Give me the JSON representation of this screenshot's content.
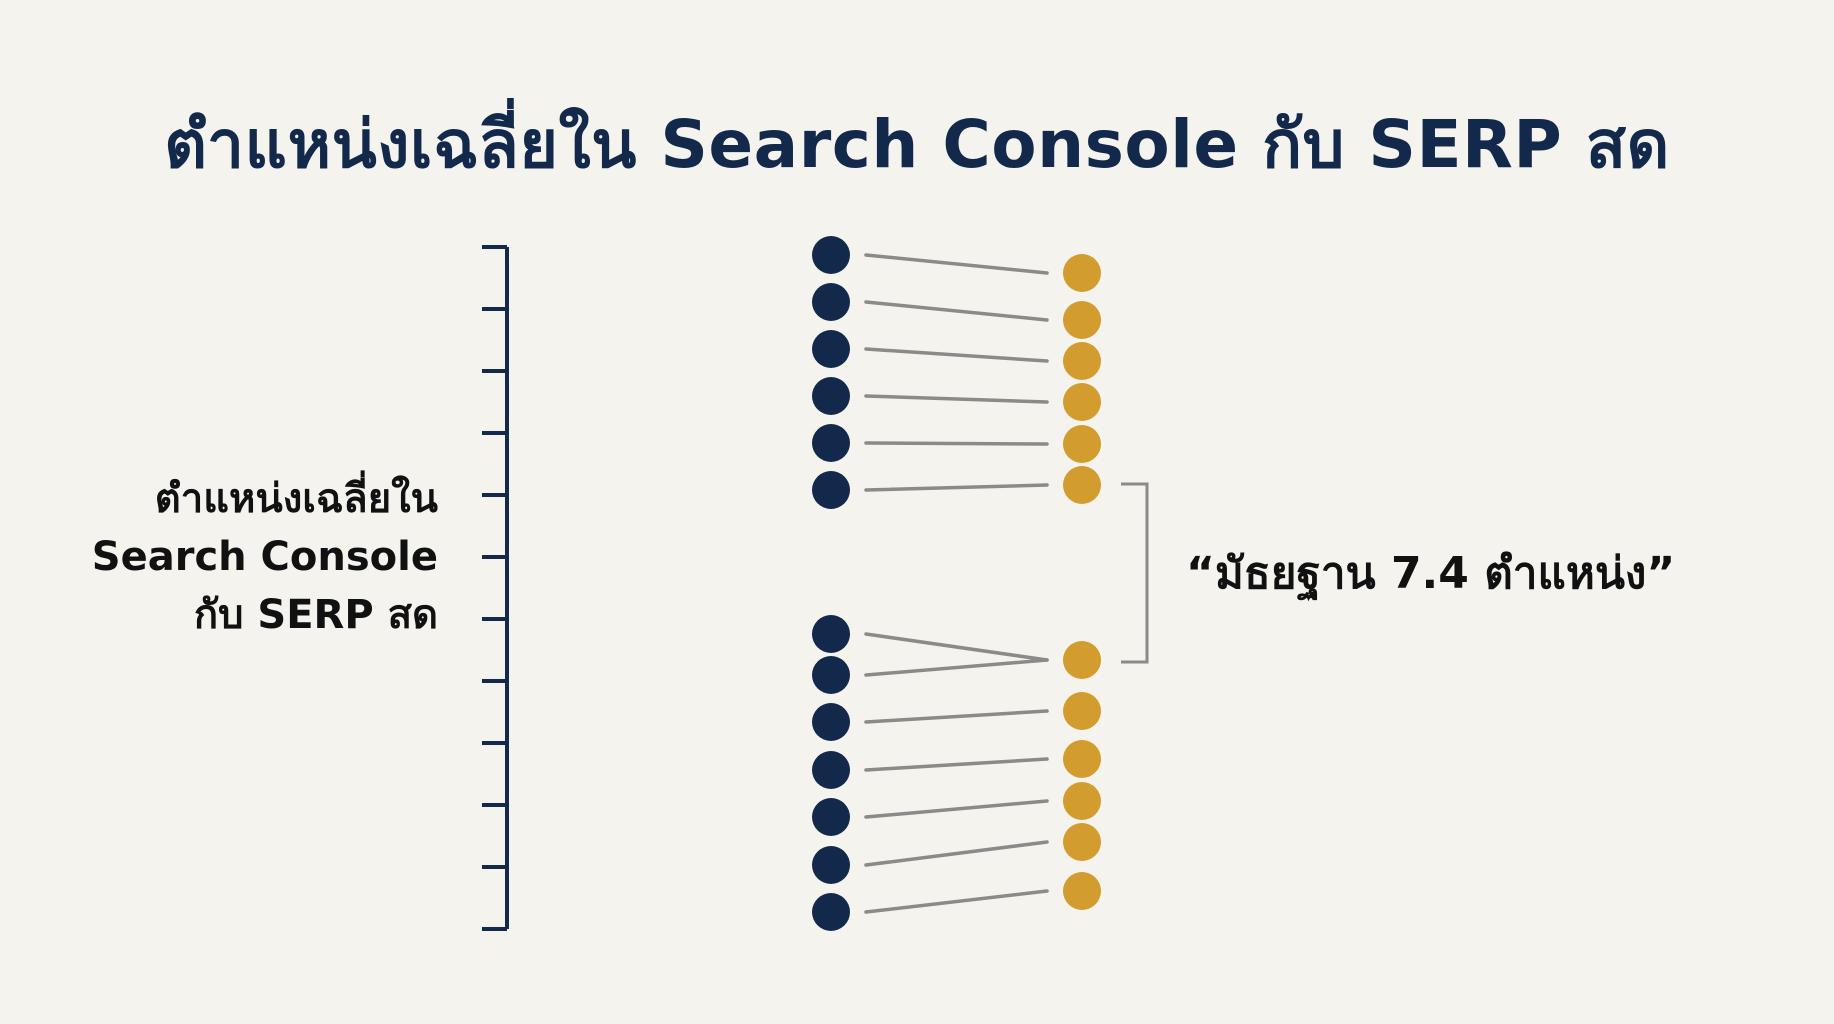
{
  "title": "ตำแหน่งเฉลี่ยใน Search Console กับ SERP สด",
  "side_label": {
    "line1": "ตำแหน่งเฉลี่ยใน",
    "line2": "Search Console",
    "line3": "กับ SERP สด"
  },
  "callout": "“มัธยฐาน 7.4 ตำแหน่ง”",
  "colors": {
    "background": "#f4f3ee",
    "title": "#13294b",
    "left_dots": "#13294b",
    "right_dots": "#d39c2f",
    "connectors": "#8a8a88"
  },
  "scale_ticks": 12,
  "groups": [
    {
      "name": "top",
      "left_dots": 6,
      "right_dots": 6,
      "links": [
        [
          0,
          0
        ],
        [
          1,
          1
        ],
        [
          2,
          2
        ],
        [
          3,
          3
        ],
        [
          4,
          4
        ],
        [
          5,
          5
        ]
      ]
    },
    {
      "name": "bottom",
      "left_dots": 7,
      "right_dots": 6,
      "links": [
        [
          0,
          0
        ],
        [
          1,
          0
        ],
        [
          2,
          1
        ],
        [
          3,
          2
        ],
        [
          4,
          3
        ],
        [
          5,
          4
        ],
        [
          6,
          5
        ]
      ]
    }
  ]
}
